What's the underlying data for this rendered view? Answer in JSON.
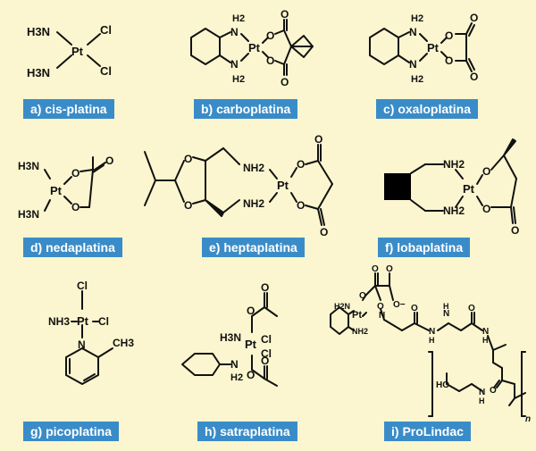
{
  "colors": {
    "background": "#fbf6cf",
    "label_background": "#3a8cc8",
    "label_text": "#ffffff",
    "bond": "#111111"
  },
  "compounds": [
    {
      "label": "a) cis-platina",
      "atoms": {
        "nh3_top": "H3N",
        "nh3_bottom": "H3N",
        "pt": "Pt",
        "cl_top": "Cl",
        "cl_bottom": "Cl"
      }
    },
    {
      "label": "b) carboplatina",
      "atoms": {
        "h2_top": "H2",
        "n_top": "N",
        "pt": "Pt",
        "n_bottom": "N",
        "h2_bottom": "H2",
        "o1": "O",
        "o2": "O",
        "o3": "O",
        "o4": "O"
      }
    },
    {
      "label": "c) oxaloplatina",
      "atoms": {
        "h2_top": "H2",
        "n_top": "N",
        "pt": "Pt",
        "n_bottom": "N",
        "h2_bottom": "H2",
        "o1": "O",
        "o2": "O",
        "o3": "O",
        "o4": "O"
      }
    },
    {
      "label": "d) nedaplatina",
      "atoms": {
        "nh3_top": "H3N",
        "nh3_bottom": "H3N",
        "pt": "Pt",
        "o1": "O",
        "o2": "O",
        "o3": "O"
      }
    },
    {
      "label": "e) heptaplatina",
      "atoms": {
        "o_ring_top": "O",
        "o_ring_bottom": "O",
        "nh2_top": "NH2",
        "nh2_bottom": "NH2",
        "pt": "Pt",
        "o1": "O",
        "o2": "O",
        "o3": "O",
        "o4": "O"
      }
    },
    {
      "label": "f) lobaplatina",
      "atoms": {
        "nh2_top": "NH2",
        "nh2_bottom": "NH2",
        "pt": "Pt",
        "o1": "O",
        "o2": "O",
        "o3": "O"
      }
    },
    {
      "label": "g) picoplatina",
      "atoms": {
        "cl_top": "Cl",
        "nh3": "NH3",
        "pt": "Pt",
        "cl_right": "Cl",
        "n": "N",
        "ch3": "CH3"
      }
    },
    {
      "label": "h) satraplatina",
      "atoms": {
        "o_top": "O",
        "o_top_carbonyl": "O",
        "h3n": "H3N",
        "pt": "Pt",
        "cl1": "Cl",
        "cl2": "Cl",
        "n": "N",
        "h2": "H2",
        "o_bottom": "O",
        "o_bottom_carbonyl": "O"
      }
    },
    {
      "label": "i) ProLindac",
      "atoms": {
        "o_a": "O",
        "o_b": "O",
        "o_c": "O",
        "o_minus": "O−",
        "h2n": "H2N",
        "pt": "Pt",
        "nh2": "NH2",
        "o_d": "O",
        "n_amide": "N",
        "o_e": "O",
        "n_mid": "N",
        "h_mid": "H",
        "n_gly": "N",
        "h_gly": "H",
        "o_f": "O",
        "n_end": "N",
        "h_end": "H",
        "o_g": "O",
        "ho": "HO",
        "nh_side": "N",
        "h_side": "H",
        "n_sub": "n"
      }
    }
  ]
}
